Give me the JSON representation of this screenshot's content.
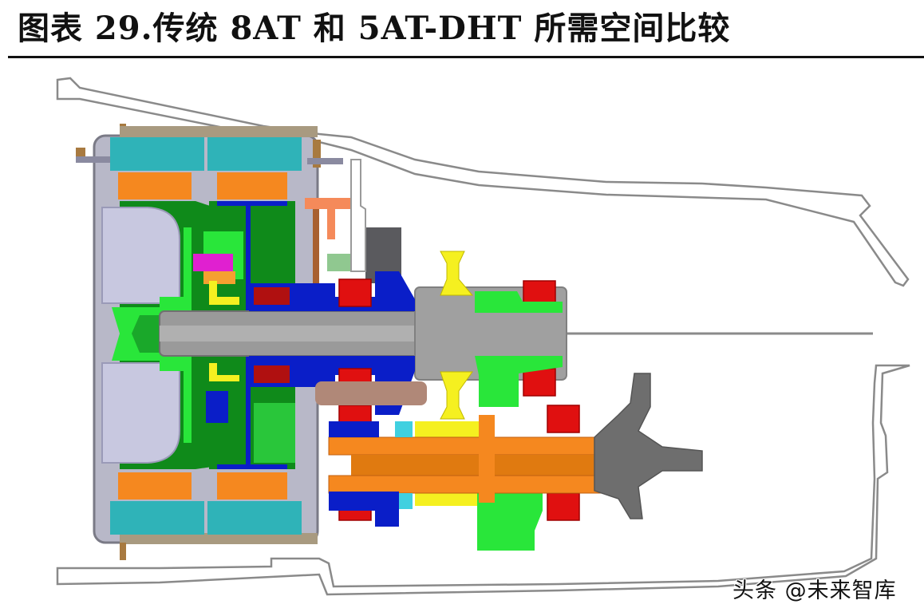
{
  "figure": {
    "title": "图表 29.传统 8AT 和 5AT-DHT 所需空间比较",
    "watermark": "头条 @未来智库",
    "subject": "Cross-section comparison of conventional 8AT housing outline vs 5AT-DHT hybrid transmission",
    "colors": {
      "housing_outline": "#8a8a8a",
      "shaft_gray": "#9a9a9a",
      "rotor_teal": "#2fb3b8",
      "winding_orange": "#f5881f",
      "clutch_green_dark": "#0f8a1a",
      "clutch_green_light": "#29e63a",
      "bearing_red": "#e01010",
      "planet_blue": "#0a1ec8",
      "gear_yellow": "#f5f020",
      "gear_salmon": "#f58a5a",
      "damper_lilac": "#c8c8e0",
      "magenta": "#e020d0",
      "output_gray": "#6e6e6e"
    }
  }
}
